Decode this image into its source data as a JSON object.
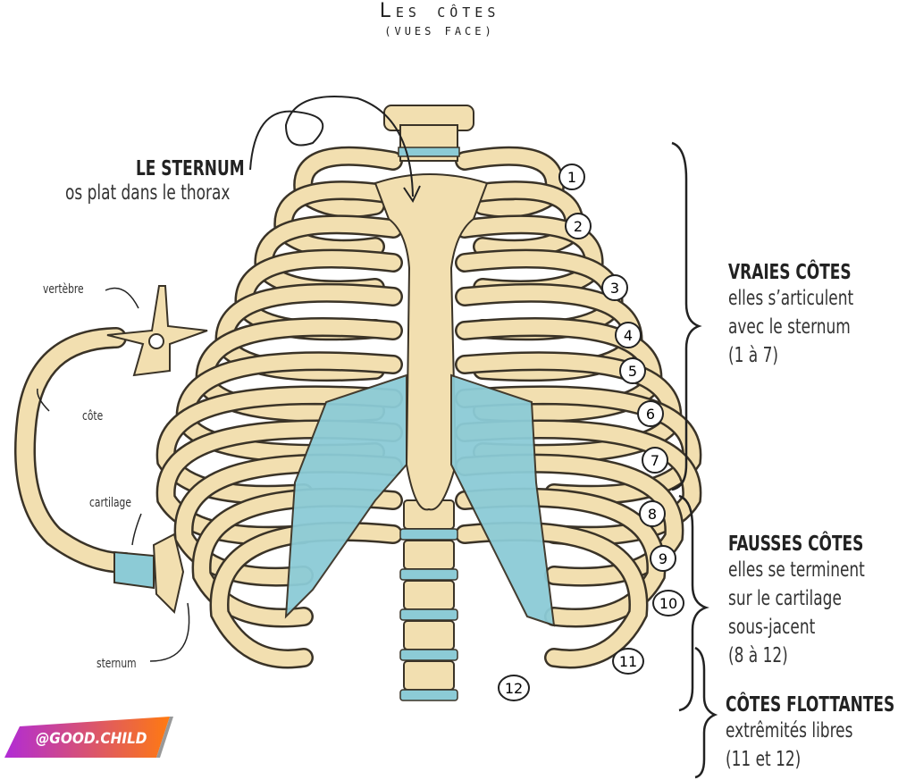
{
  "title": "Les côtes",
  "subtitle": "(vues face)",
  "sternum": {
    "heading": "LE STERNUM",
    "desc": "os plat dans le thorax"
  },
  "side_labels": {
    "vertebre": "vertèbre",
    "cote": "côte",
    "cartilage": "cartilage",
    "sternum": "sternum"
  },
  "rib_numbers": [
    "1",
    "2",
    "3",
    "4",
    "5",
    "6",
    "7",
    "8",
    "9",
    "10",
    "11",
    "12"
  ],
  "groups": [
    {
      "heading": "VRAIES CÔTES",
      "lines": [
        "elles s’articulent",
        "avec le sternum",
        "(1 à 7)"
      ]
    },
    {
      "heading": "FAUSSES CÔTES",
      "lines": [
        "elles se terminent",
        "sur le cartilage",
        "sous-jacent",
        "(8 à 12)"
      ]
    },
    {
      "heading": "CÔTES FLOTTANTES",
      "lines": [
        "extrêmités libres",
        "(11 et 12)"
      ]
    }
  ],
  "logo": "@GOOD.CHILD",
  "colors": {
    "bone": "#f2dfb0",
    "cartilage": "#8ccbd6",
    "outline": "#3a3327",
    "logo_start": "#b12bd6",
    "logo_end": "#ff7a10"
  }
}
